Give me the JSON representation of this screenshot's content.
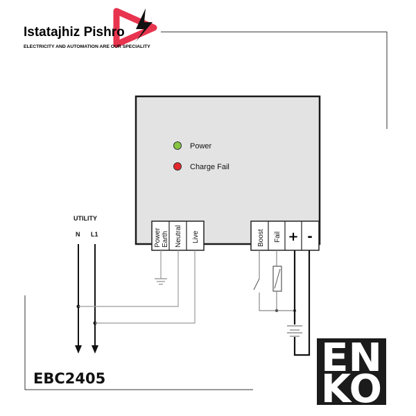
{
  "brand": {
    "name": "Istatajhiz Pishro",
    "tagline": "ELECTRICITY AND AUTOMATION ARE OUR SPECIALITY",
    "accent": "#e8344e"
  },
  "device": {
    "leds": [
      {
        "label": "Power",
        "color": "#86c440"
      },
      {
        "label": "Charge Fail",
        "color": "#e4282c"
      }
    ],
    "left_terminals": [
      "Power Earth",
      "Neutral",
      "Live"
    ],
    "right_terminals": [
      "Boost",
      "Fail",
      "+",
      "-"
    ]
  },
  "utility": {
    "title": "UTILITY",
    "lines": [
      "N",
      "L1"
    ]
  },
  "model": "EBC2405",
  "logo": {
    "row1": "EN",
    "row2": "KO"
  }
}
